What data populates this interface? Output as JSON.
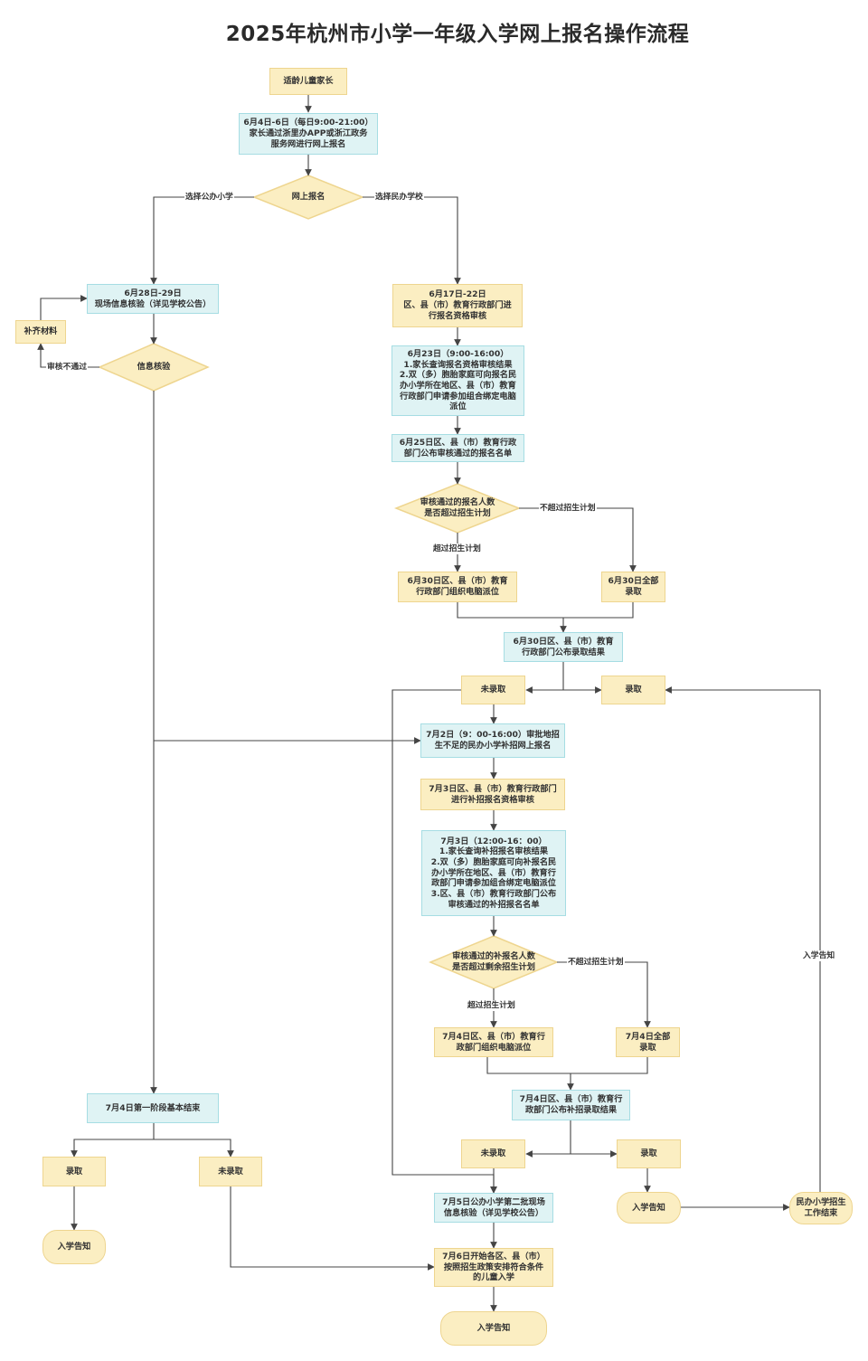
{
  "title": "2025年杭州市小学一年级入学网上报名操作流程",
  "nodes": {
    "parent": "适龄儿童家长",
    "apply": "6月4日-6日（每日9:00-21:00）\n家长通过浙里办APP或浙江政务\n服务网进行网上报名",
    "online": "网上报名",
    "public_verify": "6月28日-29日\n现场信息核验（详见学校公告）",
    "supplement": "补齐材料",
    "info_check": "信息核验",
    "private_review": "6月17日-22日\n区、县（市）教育行政部门进\n行报名资格审核",
    "result_query": "6月23日（9:00-16:00）\n1.家长查询报名资格审核结果\n2.双（多）胞胎家庭可向报名民\n办小学所在地区、县（市）教育\n行政部门申请参加组合绑定电脑\n派位",
    "publish_list": "6月25日区、县（市）教育行政\n部门公布审核通过的报名名单",
    "exceed_q": "审核通过的报名人数\n是否超过招生计划",
    "lottery1": "6月30日区、县（市）教育\n行政部门组织电脑派位",
    "admit_all1": "6月30日全部\n录取",
    "publish_result1": "6月30日区、县（市）教育\n行政部门公布录取结果",
    "not_admitted1": "未录取",
    "admitted1": "录取",
    "supp_apply": "7月2日（9：00-16:00）审批地招\n生不足的民办小学补招网上报名",
    "supp_review": "7月3日区、县（市）教育行政部门\n进行补招报名资格审核",
    "supp_query": "7月3日（12:00-16：00）\n1.家长查询补招报名审核结果\n2.双（多）胞胎家庭可向补报名民\n办小学所在地区、县（市）教育行\n政部门申请参加组合绑定电脑派位\n3.区、县（市）教育行政部门公布\n审核通过的补招报名名单",
    "exceed_q2": "审核通过的补报名人数\n是否超过剩余招生计划",
    "lottery2": "7月4日区、县（市）教育行\n政部门组织电脑派位",
    "admit_all2": "7月4日全部\n录取",
    "publish_result2": "7月4日区、县（市）教育行\n政部门公布补招录取结果",
    "not_admitted2": "未录取",
    "admitted2": "录取",
    "notice_mid": "入学告知",
    "private_end": "民办小学招生\n工作结束",
    "phase1_end": "7月4日第一阶段基本结束",
    "admitted_left": "录取",
    "not_admitted_left": "未录取",
    "notice_left": "入学告知",
    "second_verify": "7月5日公办小学第二批现场\n信息核验（详见学校公告）",
    "arrange": "7月6日开始各区、县（市）\n按照招生政策安排符合条件\n的儿童入学",
    "notice_bottom": "入学告知"
  },
  "labels": {
    "choose_public": "选择公办小学",
    "choose_private": "选择民办学校",
    "review_fail": "审核不通过",
    "exceed1": "超过招生计划",
    "not_exceed1": "不超过招生计划",
    "exceed2": "超过招生计划",
    "not_exceed2": "不超过招生计划",
    "notice_side": "入学告知"
  },
  "colors": {
    "cyan_fill": "#dff3f4",
    "cyan_border": "#a6dde3",
    "yellow_fill": "#fbeec2",
    "yellow_border": "#eed58f",
    "line": "#444444"
  }
}
